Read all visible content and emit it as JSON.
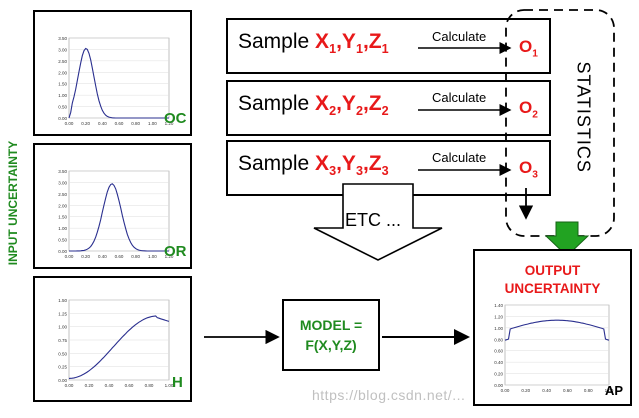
{
  "side_label": "INPUT UNCERTAINTY",
  "distributions": [
    {
      "label": "OC",
      "ticks_y": [
        "3.50",
        "3.00",
        "2.50",
        "2.00",
        "1.50",
        "1.00",
        "0.50",
        "0.00"
      ],
      "ticks_x": [
        "0.00",
        "0.20",
        "0.40",
        "0.60",
        "0.80",
        "1.00",
        "1.20"
      ]
    },
    {
      "label": "OR",
      "ticks_y": [
        "3.50",
        "3.00",
        "2.50",
        "2.00",
        "1.50",
        "1.00",
        "0.50",
        "0.00"
      ],
      "ticks_x": [
        "0.00",
        "0.20",
        "0.40",
        "0.60",
        "0.80",
        "1.00",
        "1.20"
      ]
    },
    {
      "label": "H",
      "ticks_y": [
        "1.50",
        "1.25",
        "1.00",
        "0.75",
        "0.50",
        "0.25",
        "0.00"
      ],
      "ticks_x": [
        "0.00",
        "0.20",
        "0.40",
        "0.60",
        "0.80",
        "1.00"
      ]
    }
  ],
  "samples": [
    {
      "word": "Sample",
      "vars": [
        "X",
        "Y",
        "Z"
      ],
      "index": "1",
      "calc": "Calculate",
      "output": "O"
    },
    {
      "word": "Sample",
      "vars": [
        "X",
        "Y",
        "Z"
      ],
      "index": "2",
      "calc": "Calculate",
      "output": "O"
    },
    {
      "word": "Sample",
      "vars": [
        "X",
        "Y",
        "Z"
      ],
      "index": "3",
      "calc": "Calculate",
      "output": "O"
    }
  ],
  "statistics_label": "STATISTICS",
  "etc_label": "ETC ...",
  "model": {
    "line1": "MODEL =",
    "line2": "F(X,Y,Z)"
  },
  "output": {
    "line1": "OUTPUT",
    "line2": "UNCERTAINTY",
    "label": "AP",
    "ticks_y": [
      "1.40",
      "1.20",
      "1.00",
      "0.80",
      "0.60",
      "0.40",
      "0.20",
      "0.00"
    ],
    "ticks_x": [
      "0.00",
      "0.20",
      "0.40",
      "0.60",
      "0.80",
      "1.00"
    ]
  },
  "watermark": "https://blog.csdn.net/...",
  "colors": {
    "green": "#1f8a1f",
    "red": "#e8191a",
    "arrow_green": "#22a322",
    "curve": "#2a2f8f"
  }
}
